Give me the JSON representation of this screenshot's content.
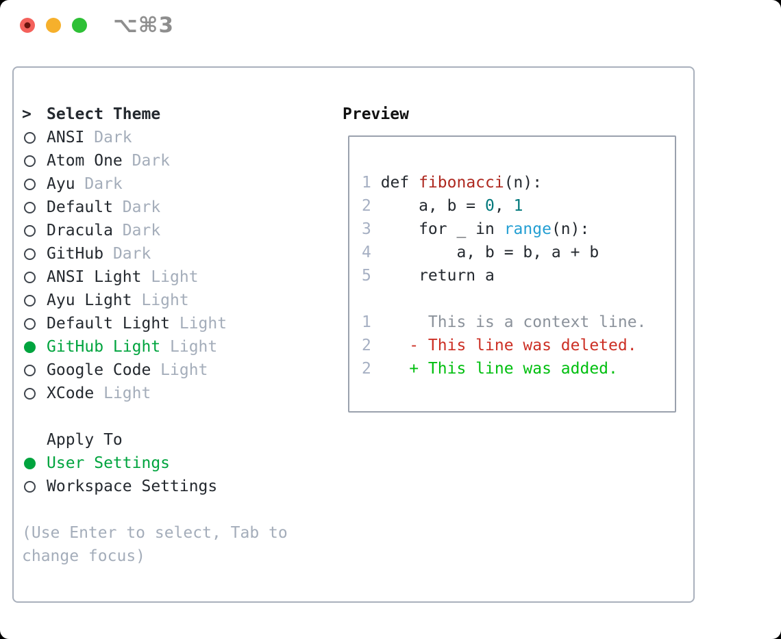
{
  "window": {
    "title": "⌥⌘3"
  },
  "titlebar": {
    "buttons": [
      {
        "name": "close",
        "color": "#f4615b",
        "dot": "#6b130c"
      },
      {
        "name": "minimize",
        "color": "#f6b02c"
      },
      {
        "name": "zoom",
        "color": "#2ec036"
      }
    ]
  },
  "colors": {
    "text": "#24292f",
    "muted": "#a4adba",
    "selected_green": "#00a43e",
    "panel_border": "#a9b0bc",
    "box_border": "#9aa1ad",
    "gutter": "#a6b0c3",
    "func_red": "#ae281f",
    "number_teal": "#00787b",
    "builtin_blue": "#249fd3",
    "context_gray": "#8b929b",
    "deleted_red": "#cc2f24",
    "added_green": "#00bf0f",
    "title_gray": "#8e8e8e",
    "radio_outline": "#3e444c"
  },
  "theme_menu": {
    "heading": "Select Theme",
    "heading_marker": ">",
    "items": [
      {
        "name": "ANSI",
        "variant": "Dark",
        "selected": false
      },
      {
        "name": "Atom One",
        "variant": "Dark",
        "selected": false
      },
      {
        "name": "Ayu",
        "variant": "Dark",
        "selected": false
      },
      {
        "name": "Default",
        "variant": "Dark",
        "selected": false
      },
      {
        "name": "Dracula",
        "variant": "Dark",
        "selected": false
      },
      {
        "name": "GitHub",
        "variant": "Dark",
        "selected": false
      },
      {
        "name": "ANSI Light",
        "variant": "Light",
        "selected": false
      },
      {
        "name": "Ayu Light",
        "variant": "Light",
        "selected": false
      },
      {
        "name": "Default Light",
        "variant": "Light",
        "selected": false
      },
      {
        "name": "GitHub Light",
        "variant": "Light",
        "selected": true
      },
      {
        "name": "Google Code",
        "variant": "Light",
        "selected": false
      },
      {
        "name": "XCode",
        "variant": "Light",
        "selected": false
      }
    ]
  },
  "apply_to": {
    "heading": "Apply To",
    "options": [
      {
        "label": "User Settings",
        "selected": true
      },
      {
        "label": "Workspace Settings",
        "selected": false
      }
    ]
  },
  "hint_lines": [
    "(Use Enter to select, Tab to",
    "change focus)"
  ],
  "preview": {
    "heading": "Preview",
    "lines": [
      {
        "num": "1",
        "tokens": [
          {
            "t": "def ",
            "c": "t"
          },
          {
            "t": "fibonacci",
            "c": "fn"
          },
          {
            "t": "(n):",
            "c": "t"
          }
        ]
      },
      {
        "num": "2",
        "tokens": [
          {
            "t": "    a, b = ",
            "c": "t"
          },
          {
            "t": "0",
            "c": "num"
          },
          {
            "t": ", ",
            "c": "t"
          },
          {
            "t": "1",
            "c": "num"
          }
        ]
      },
      {
        "num": "3",
        "tokens": [
          {
            "t": "    for _ in ",
            "c": "t"
          },
          {
            "t": "range",
            "c": "bi"
          },
          {
            "t": "(n):",
            "c": "t"
          }
        ]
      },
      {
        "num": "4",
        "tokens": [
          {
            "t": "        a, b = b, a + b",
            "c": "t"
          }
        ]
      },
      {
        "num": "5",
        "tokens": [
          {
            "t": "    return a",
            "c": "t"
          }
        ]
      },
      {
        "num": "",
        "tokens": []
      },
      {
        "num": "1",
        "tokens": [
          {
            "t": "     This is a context line.",
            "c": "ctx"
          }
        ]
      },
      {
        "num": "2",
        "tokens": [
          {
            "t": "   - This line was deleted.",
            "c": "del"
          }
        ]
      },
      {
        "num": "2",
        "tokens": [
          {
            "t": "   + This line was added.",
            "c": "add"
          }
        ]
      }
    ]
  }
}
